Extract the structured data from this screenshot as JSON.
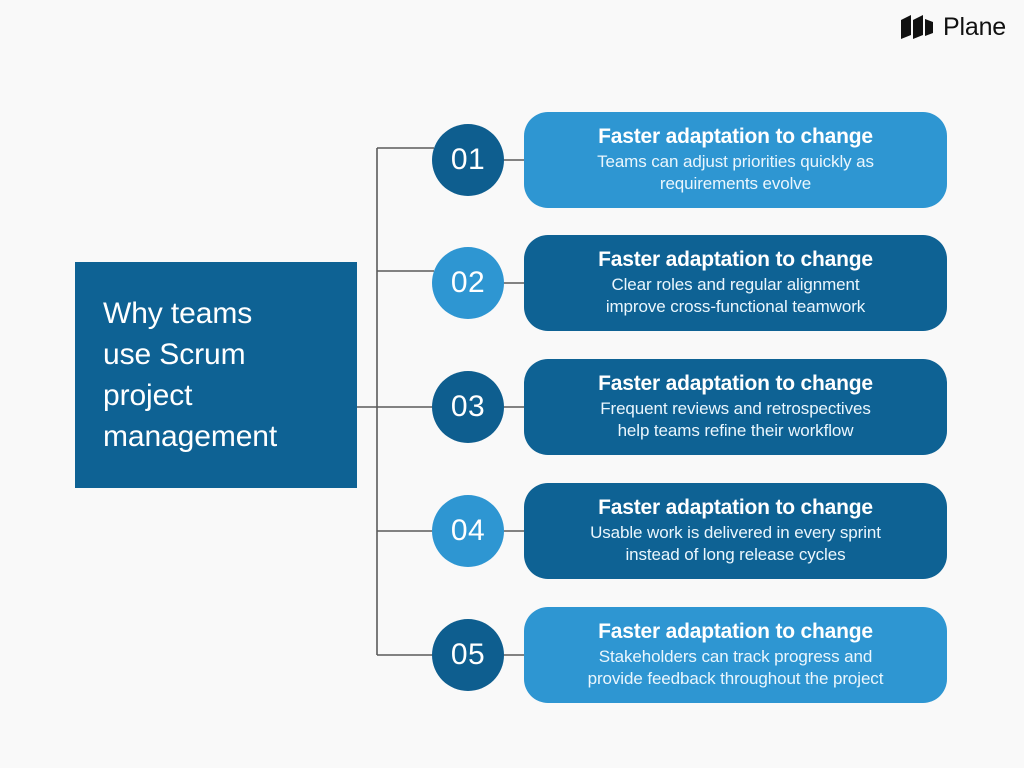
{
  "brand": {
    "name": "Plane",
    "logo_icon": "plane-logo-icon"
  },
  "title_panel": {
    "heading": "Why teams\nuse Scrum\nproject\nmanagement"
  },
  "colors": {
    "background": "#f9f9f9",
    "dark_blue": "#0e6294",
    "dark_blue_circle": "#0e5e8f",
    "light_blue": "#2e96d2",
    "connector_line": "#5b5b5b",
    "title_text": "#ffffff",
    "card_title_text": "#ffffff",
    "card_desc_text": "#eaf6fd"
  },
  "rows": [
    {
      "number": "01",
      "title": "Faster adaptation to change",
      "description": "Teams can adjust priorities quickly as\nrequirements evolve",
      "badge_style": "dark",
      "card_style": "light"
    },
    {
      "number": "02",
      "title": "Faster adaptation to change",
      "description": "Clear roles and regular alignment\nimprove cross-functional teamwork",
      "badge_style": "light",
      "card_style": "dark"
    },
    {
      "number": "03",
      "title": "Faster adaptation to change",
      "description": "Frequent reviews and retrospectives\nhelp teams refine their workflow",
      "badge_style": "dark",
      "card_style": "dark"
    },
    {
      "number": "04",
      "title": "Faster adaptation to change",
      "description": "Usable work is delivered in every sprint\ninstead of long release cycles",
      "badge_style": "light",
      "card_style": "dark"
    },
    {
      "number": "05",
      "title": "Faster adaptation to change",
      "description": "Stakeholders can track progress and\nprovide feedback throughout the project",
      "badge_style": "dark",
      "card_style": "light"
    }
  ]
}
